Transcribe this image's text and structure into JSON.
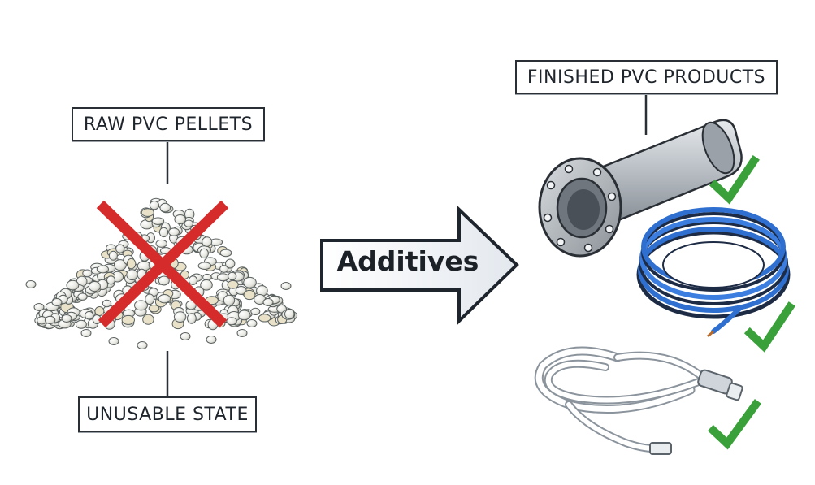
{
  "labels": {
    "raw": "RAW PVC PELLETS",
    "unusable": "UNUSABLE STATE",
    "finished": "FINISHED PVC PRODUCTS",
    "arrow": "Additives"
  },
  "colors": {
    "cross": "#d62b2b",
    "check": "#3aa13a",
    "cable_blue": "#2f6fd0",
    "pipe_gray": "#a9afb5",
    "arrow_fill": "#eef1f4",
    "outline": "#2a2f36"
  },
  "icons": [
    "red-x-icon",
    "checkmark-icon",
    "checkmark-icon",
    "checkmark-icon"
  ]
}
